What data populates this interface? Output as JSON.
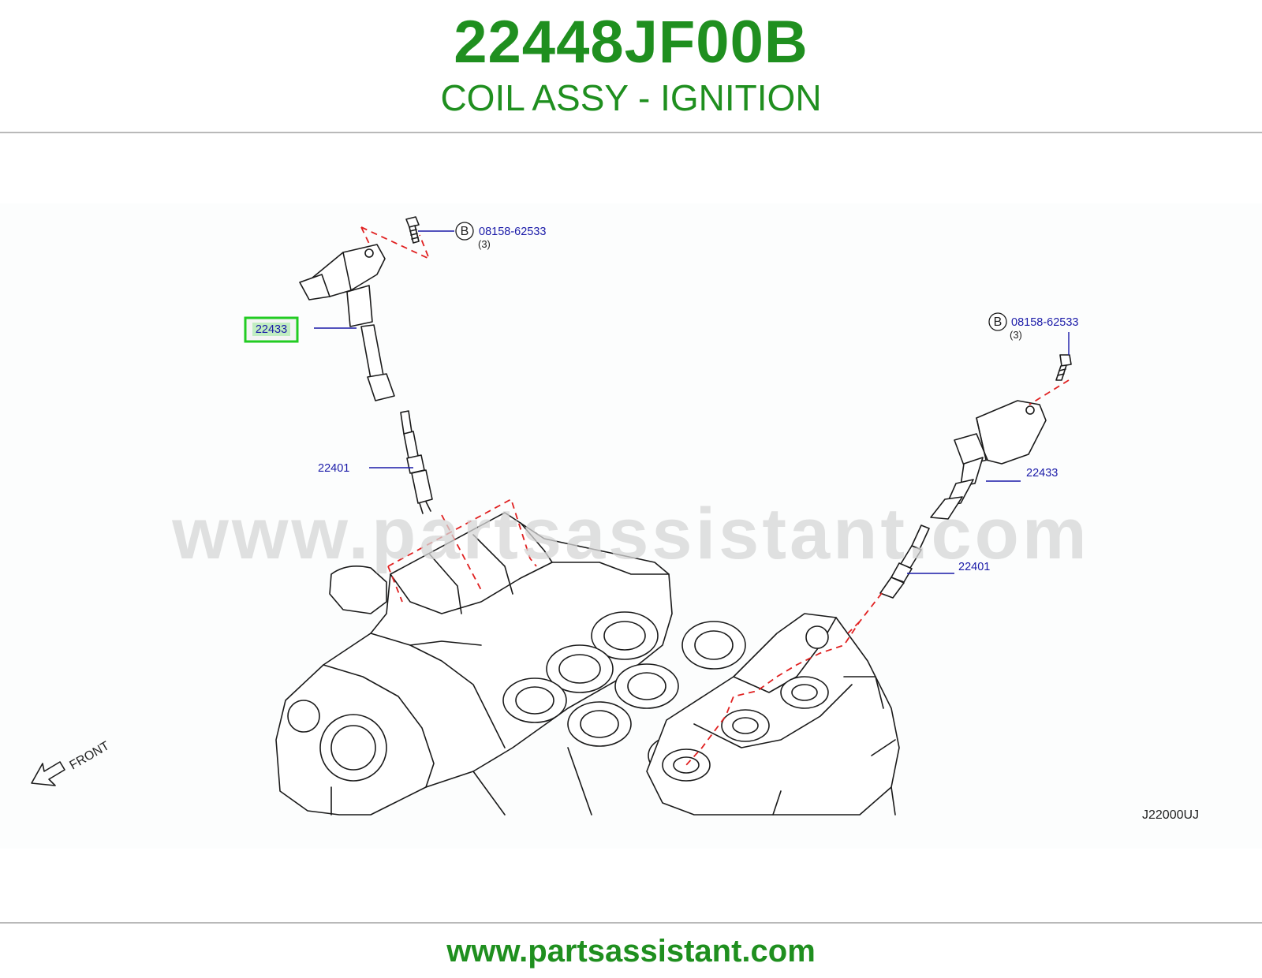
{
  "header": {
    "part_number": "22448JF00B",
    "part_name": "COIL ASSY - IGNITION"
  },
  "diagram": {
    "watermark": "www.partsassistant.com",
    "diagram_code": "J22000UJ",
    "front_label": "FRONT",
    "callouts": {
      "bolt_left": {
        "symbol": "B",
        "part": "08158-62533",
        "qty": "(3)"
      },
      "coil_left": {
        "part": "22433",
        "highlighted": true,
        "highlight_color": "#22cc22"
      },
      "plug_left": {
        "part": "22401"
      },
      "bolt_right": {
        "symbol": "B",
        "part": "08158-62533",
        "qty": "(3)"
      },
      "coil_right": {
        "part": "22433"
      },
      "plug_right": {
        "part": "22401"
      }
    }
  },
  "footer": {
    "url": "www.partsassistant.com"
  },
  "colors": {
    "title_green": "#1f8f1f",
    "callout_blue": "#1a1aa8",
    "dash_red": "#e02020",
    "rule_gray": "#b9b9b9"
  }
}
